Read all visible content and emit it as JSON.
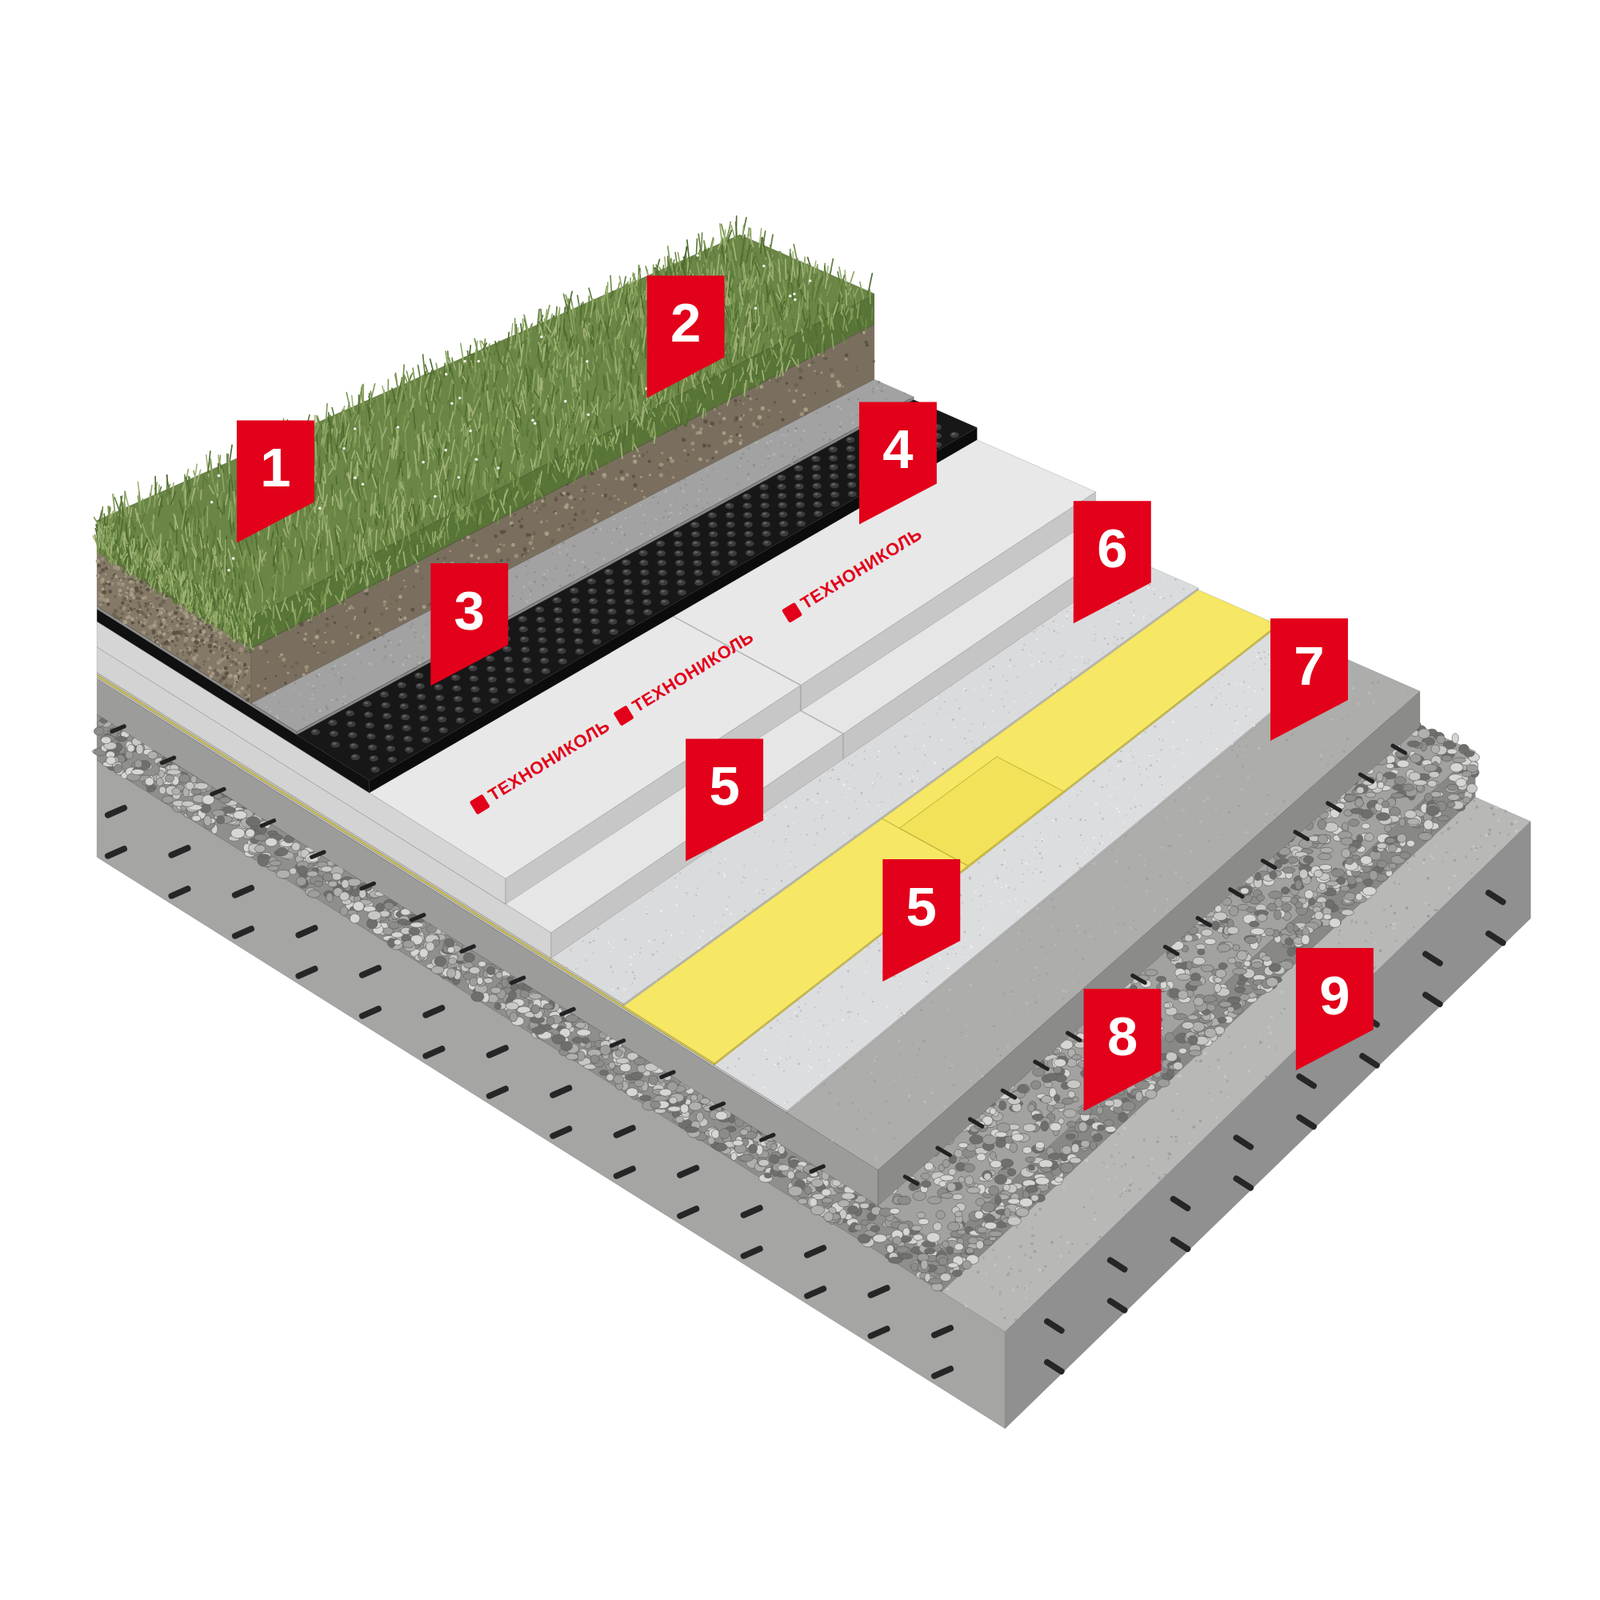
{
  "diagram": {
    "labels": [
      "1",
      "2",
      "3",
      "4",
      "5",
      "6",
      "5",
      "7",
      "8",
      "9",
      "ТЕХНОНИКОЛЬ",
      "ТЕХНОНИКОЛЬ",
      "ТЕХНОНИКОЛЬ"
    ]
  }
}
